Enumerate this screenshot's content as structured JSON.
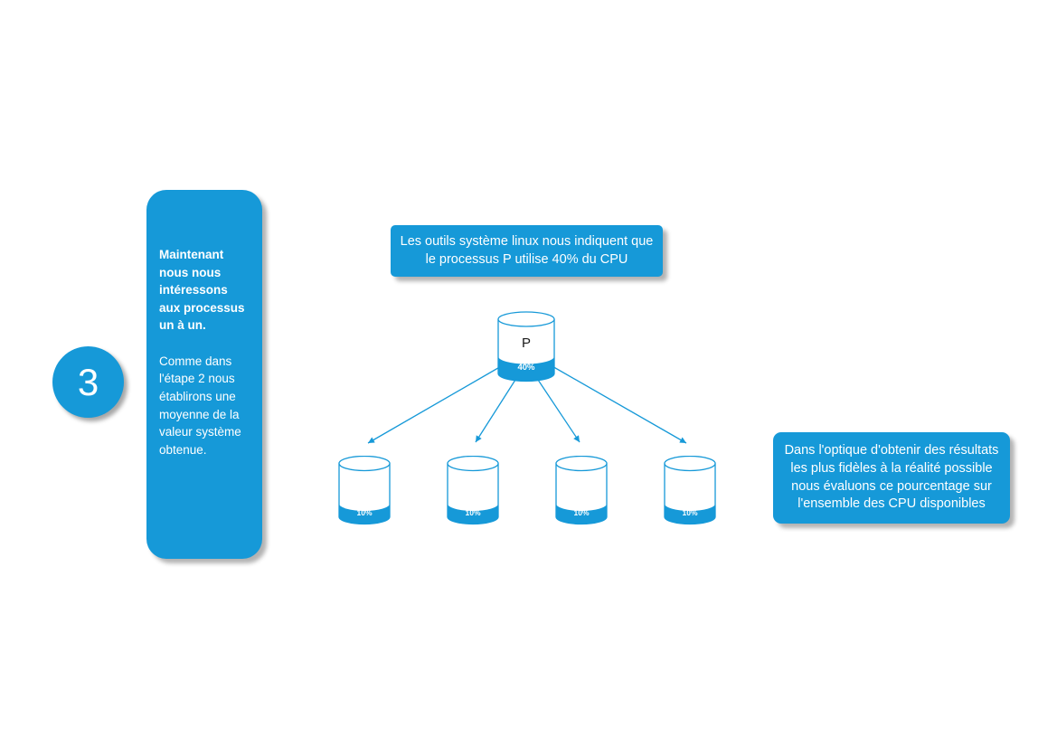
{
  "colors": {
    "accent": "#1699D8"
  },
  "step": {
    "number": "3"
  },
  "left_panel": {
    "intro": "Maintenant nous nous intéressons aux processus un à un.",
    "detail": "Comme dans l'étape 2 nous établirons une moyenne de la valeur système obtenue."
  },
  "top_callout": {
    "text": "Les outils système linux nous indiquent que le processus P utilise 40% du CPU"
  },
  "right_callout": {
    "text": "Dans l'optique d'obtenir des résultats les plus fidèles à la réalité possible nous évaluons ce pourcentage sur l'ensemble des CPU disponibles"
  },
  "process": {
    "label": "P",
    "usage": "40%"
  },
  "cpus": [
    {
      "usage": "10%"
    },
    {
      "usage": "10%"
    },
    {
      "usage": "10%"
    },
    {
      "usage": "10%"
    }
  ]
}
